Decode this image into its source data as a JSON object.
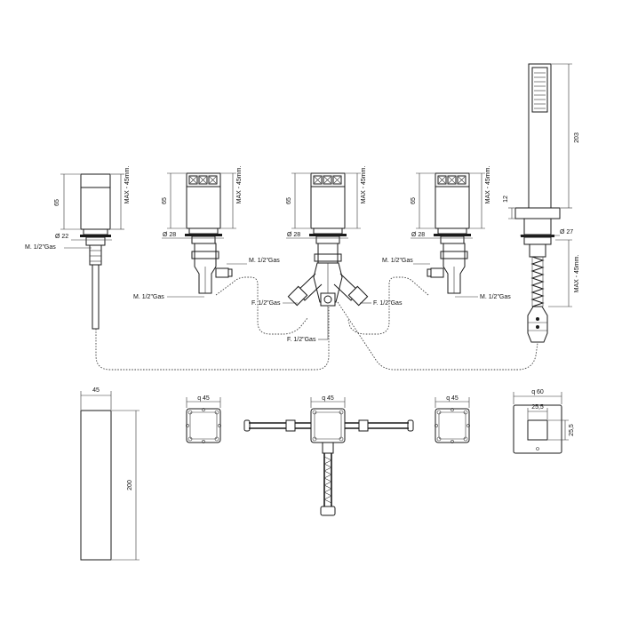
{
  "labels": {
    "dim_65": "65",
    "max_45": "MAX - 45mm.",
    "dia_22": "Ø 22",
    "dia_28": "Ø 28",
    "dia_27": "Ø 27",
    "thread_m": "M. 1/2\"Gas",
    "thread_f": "F. 1/2\"Gas",
    "dim_12": "12",
    "dim_203": "203",
    "dim_45": "45",
    "dim_200": "200",
    "sq_45": "q 45",
    "sq_60": "q 60",
    "dim_25_5": "25,5"
  }
}
